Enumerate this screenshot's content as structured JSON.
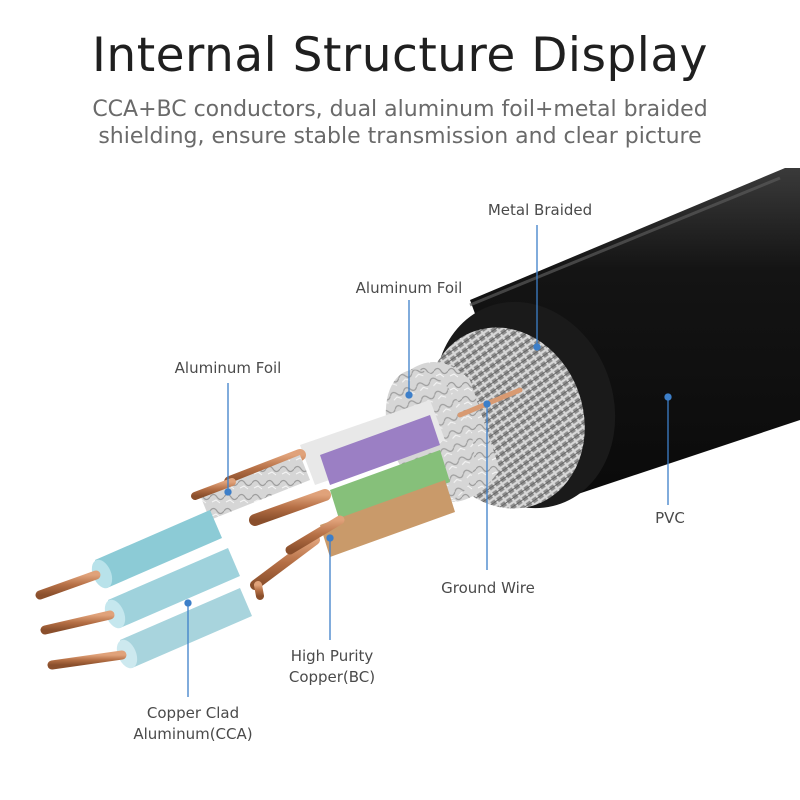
{
  "title": "Internal Structure Display",
  "subtitle_line1": "CCA+BC conductors, dual aluminum foil+metal braided",
  "subtitle_line2": "shielding, ensure stable transmission and clear picture",
  "labels": {
    "metal_braided": "Metal Braided",
    "aluminum_foil_outer": "Aluminum Foil",
    "aluminum_foil_inner": "Aluminum Foil",
    "pvc": "PVC",
    "ground_wire": "Ground Wire",
    "high_purity_line1": "High Purity",
    "high_purity_line2": "Copper(BC)",
    "cca_line1": "Copper Clad",
    "cca_line2": "Aluminum(CCA)"
  },
  "colors": {
    "jacket": "#1c1c1c",
    "pointer": "#3d7fc9",
    "copper": "#c48258",
    "braid": "#9a9a9a",
    "foil": "#cfcfcf",
    "core_purple": "#9b7fc4",
    "core_green": "#86c07a",
    "core_orange": "#c99a6a",
    "core_cyan": "#8ccbd6",
    "core_white": "#ececec"
  }
}
